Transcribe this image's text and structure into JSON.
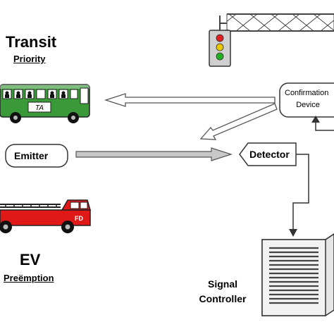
{
  "transit": {
    "title": "Transit",
    "subtitle": "Priority"
  },
  "ev": {
    "title": "EV",
    "subtitle": "Preëmption"
  },
  "emitter": {
    "label": "Emitter"
  },
  "detector": {
    "label": "Detector"
  },
  "confirmation": {
    "line1": "Confirmation",
    "line2": "Device"
  },
  "controller": {
    "line1": "Signal",
    "line2": "Controller"
  },
  "bus": {
    "plate": "TA",
    "color": "#3a9a3a"
  },
  "fire_truck": {
    "label": "FD",
    "color": "#e01818"
  },
  "traffic_light": {
    "red": "#e02020",
    "yellow": "#e8c800",
    "green": "#20b020"
  }
}
